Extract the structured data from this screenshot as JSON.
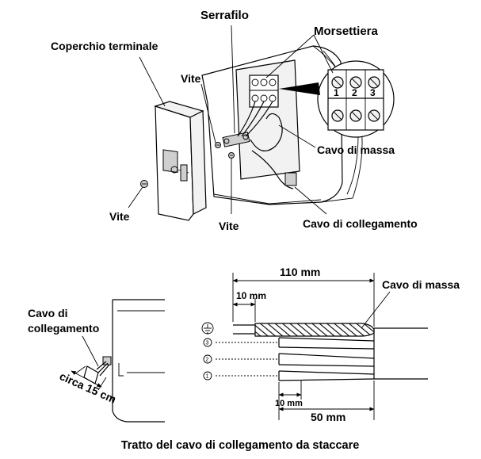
{
  "labels": {
    "serrafilo": "Serrafilo",
    "morsettiera": "Morsettiera",
    "coperchio_terminale": "Coperchio terminale",
    "vite_top": "Vite",
    "vite_left": "Vite",
    "vite_bottom": "Vite",
    "cavo_di_massa_top": "Cavo di massa",
    "cavo_di_collegamento_top": "Cavo di collegamento",
    "terminal_numbers": [
      "1",
      "2",
      "3"
    ],
    "cavo_di_collegamento_left_line1": "Cavo di",
    "cavo_di_collegamento_left_line2": "collegamento",
    "circa_15_cm": "circa 15 cm",
    "dim_110": "110 mm",
    "dim_10_top": "10 mm",
    "cavo_di_massa_bottom": "Cavo di massa",
    "dim_10_bottom": "10 mm",
    "dim_50": "50 mm",
    "wire_numbers": [
      "3",
      "2",
      "1"
    ],
    "caption": "Tratto del cavo di collegamento da staccare"
  }
}
